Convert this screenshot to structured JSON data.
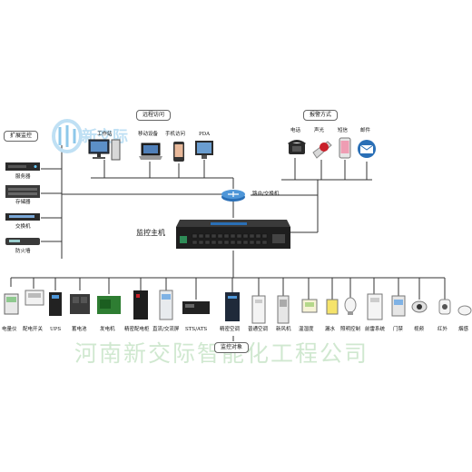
{
  "logo": {
    "text": "新交际"
  },
  "watermark": "河南新交际智能化工程公司",
  "remote_access": {
    "title": "远程访问",
    "devices": [
      "工作站",
      "移动设备",
      "手机访问",
      "PDA"
    ]
  },
  "alarm_methods": {
    "title": "报警方式",
    "methods": [
      "电话",
      "声光",
      "短信",
      "邮件"
    ]
  },
  "expansion": {
    "title": "扩展监控",
    "items": [
      "服务器",
      "存储器",
      "交换机",
      "防火墙"
    ]
  },
  "router_label": "路由/交换机",
  "main_host_label": "监控主机",
  "monitored_objects": {
    "title": "监控对象",
    "items": [
      "电量仪",
      "配电开关",
      "UPS",
      "蓄电池",
      "发电机",
      "精密配电柜",
      "直流/交流屏",
      "STS/ATS",
      "精密空调",
      "普通空调",
      "新风机",
      "温湿度",
      "漏水",
      "照明控制",
      "前雷系统",
      "门禁",
      "视频",
      "红外",
      "烟感"
    ]
  },
  "colors": {
    "line": "#333333",
    "accent_blue": "#2a6fb6",
    "watermark": "#8fd08f"
  }
}
